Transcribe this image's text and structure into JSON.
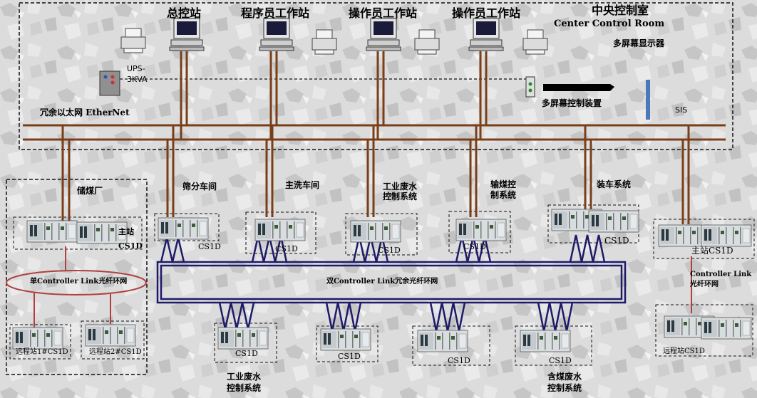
{
  "control_room": {
    "title_cn": "中央控制室",
    "title_en": "Center Control Room",
    "multi_screen": "多屏幕显示器",
    "multi_screen_ctrl": "多屏幕控制装置",
    "sis": "SIS",
    "ups_line1": "UPS-",
    "ups_line2": "3KVA",
    "ethernet": "冗余以太网 EtherNet"
  },
  "stations": [
    {
      "label": "总控站"
    },
    {
      "label": "程序员工作站"
    },
    {
      "label": "操作员工作站"
    },
    {
      "label": "操作员工作站"
    }
  ],
  "coal_yard": {
    "title": "储煤厂",
    "main_line1": "主站",
    "main_line2": "CS1D",
    "ring": "单Controller Link光纤环网",
    "remote1": "远程站1#CS1D",
    "remote2": "远程站2#CS1D"
  },
  "upper_nodes": [
    {
      "title": "筛分车间",
      "plc": "CS1D"
    },
    {
      "title": "主洗车间",
      "plc": "CS1D"
    },
    {
      "title_line1": "工业废水",
      "title_line2": "控制系统",
      "plc": "CS1D"
    },
    {
      "title_line1": "输煤控",
      "title_line2": "制系统",
      "plc": "CS1D"
    },
    {
      "title": "装车系统",
      "plc": "CS1D"
    }
  ],
  "dual_ring": "双Controller Link冗余光纤环网",
  "lower_nodes": [
    {
      "plc": "CS1D",
      "title_line1": "工业废水",
      "title_line2": "控制系统"
    },
    {
      "plc": "CS1D"
    },
    {
      "plc": "CS1D"
    },
    {
      "plc": "CS1D",
      "title_line1": "含煤废水",
      "title_line2": "控制系统"
    }
  ],
  "right_station": {
    "main": "主站CS1D",
    "ring_line1": "Controller Link",
    "ring_line2": "光纤环网",
    "remote": "远程站CS1D"
  },
  "colors": {
    "ethernet": "#7a3e18",
    "ring": "#1e1a6a",
    "single_ring": "#b04040",
    "sis_bar": "#4a78b8",
    "plc": "#d4dadd"
  }
}
